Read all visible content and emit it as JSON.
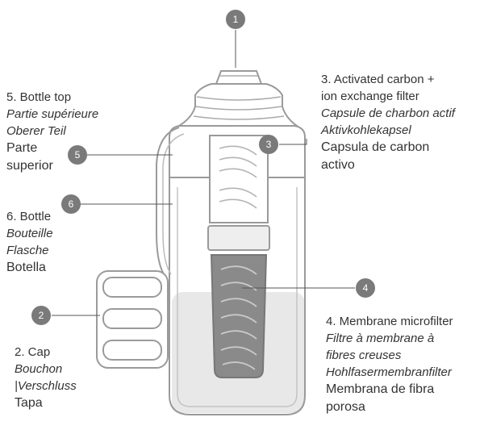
{
  "colors": {
    "outline": "#9a9a9a",
    "badge": "#7a7a7a",
    "leader": "#555555",
    "water": "#e8e8e8",
    "filter_dark": "#8a8a8a",
    "text": "#333333"
  },
  "callouts": [
    {
      "number": "1"
    },
    {
      "number": "2"
    },
    {
      "number": "3"
    },
    {
      "number": "4"
    },
    {
      "number": "5"
    },
    {
      "number": "6"
    }
  ],
  "labels": {
    "bottle_top": [
      "5. Bottle top",
      "Partie supérieure",
      "Oberer Teil",
      "Parte",
      "superior"
    ],
    "bottle": [
      "6. Bottle",
      "Bouteille",
      "Flasche",
      "Botella"
    ],
    "cap": [
      "2. Cap",
      "Bouchon",
      "|Verschluss",
      "Tapa"
    ],
    "carbon": [
      "3. Activated carbon +",
      "ion exchange filter",
      "Capsule de charbon actif",
      "Aktivkohlekapsel",
      "Capsula de carbon",
      "activo"
    ],
    "membrane": [
      "4. Membrane microfilter",
      "Filtre à membrane à",
      "fibres creuses",
      "Hohlfasermembranfilter",
      "Membrana de fibra",
      "porosa"
    ]
  }
}
